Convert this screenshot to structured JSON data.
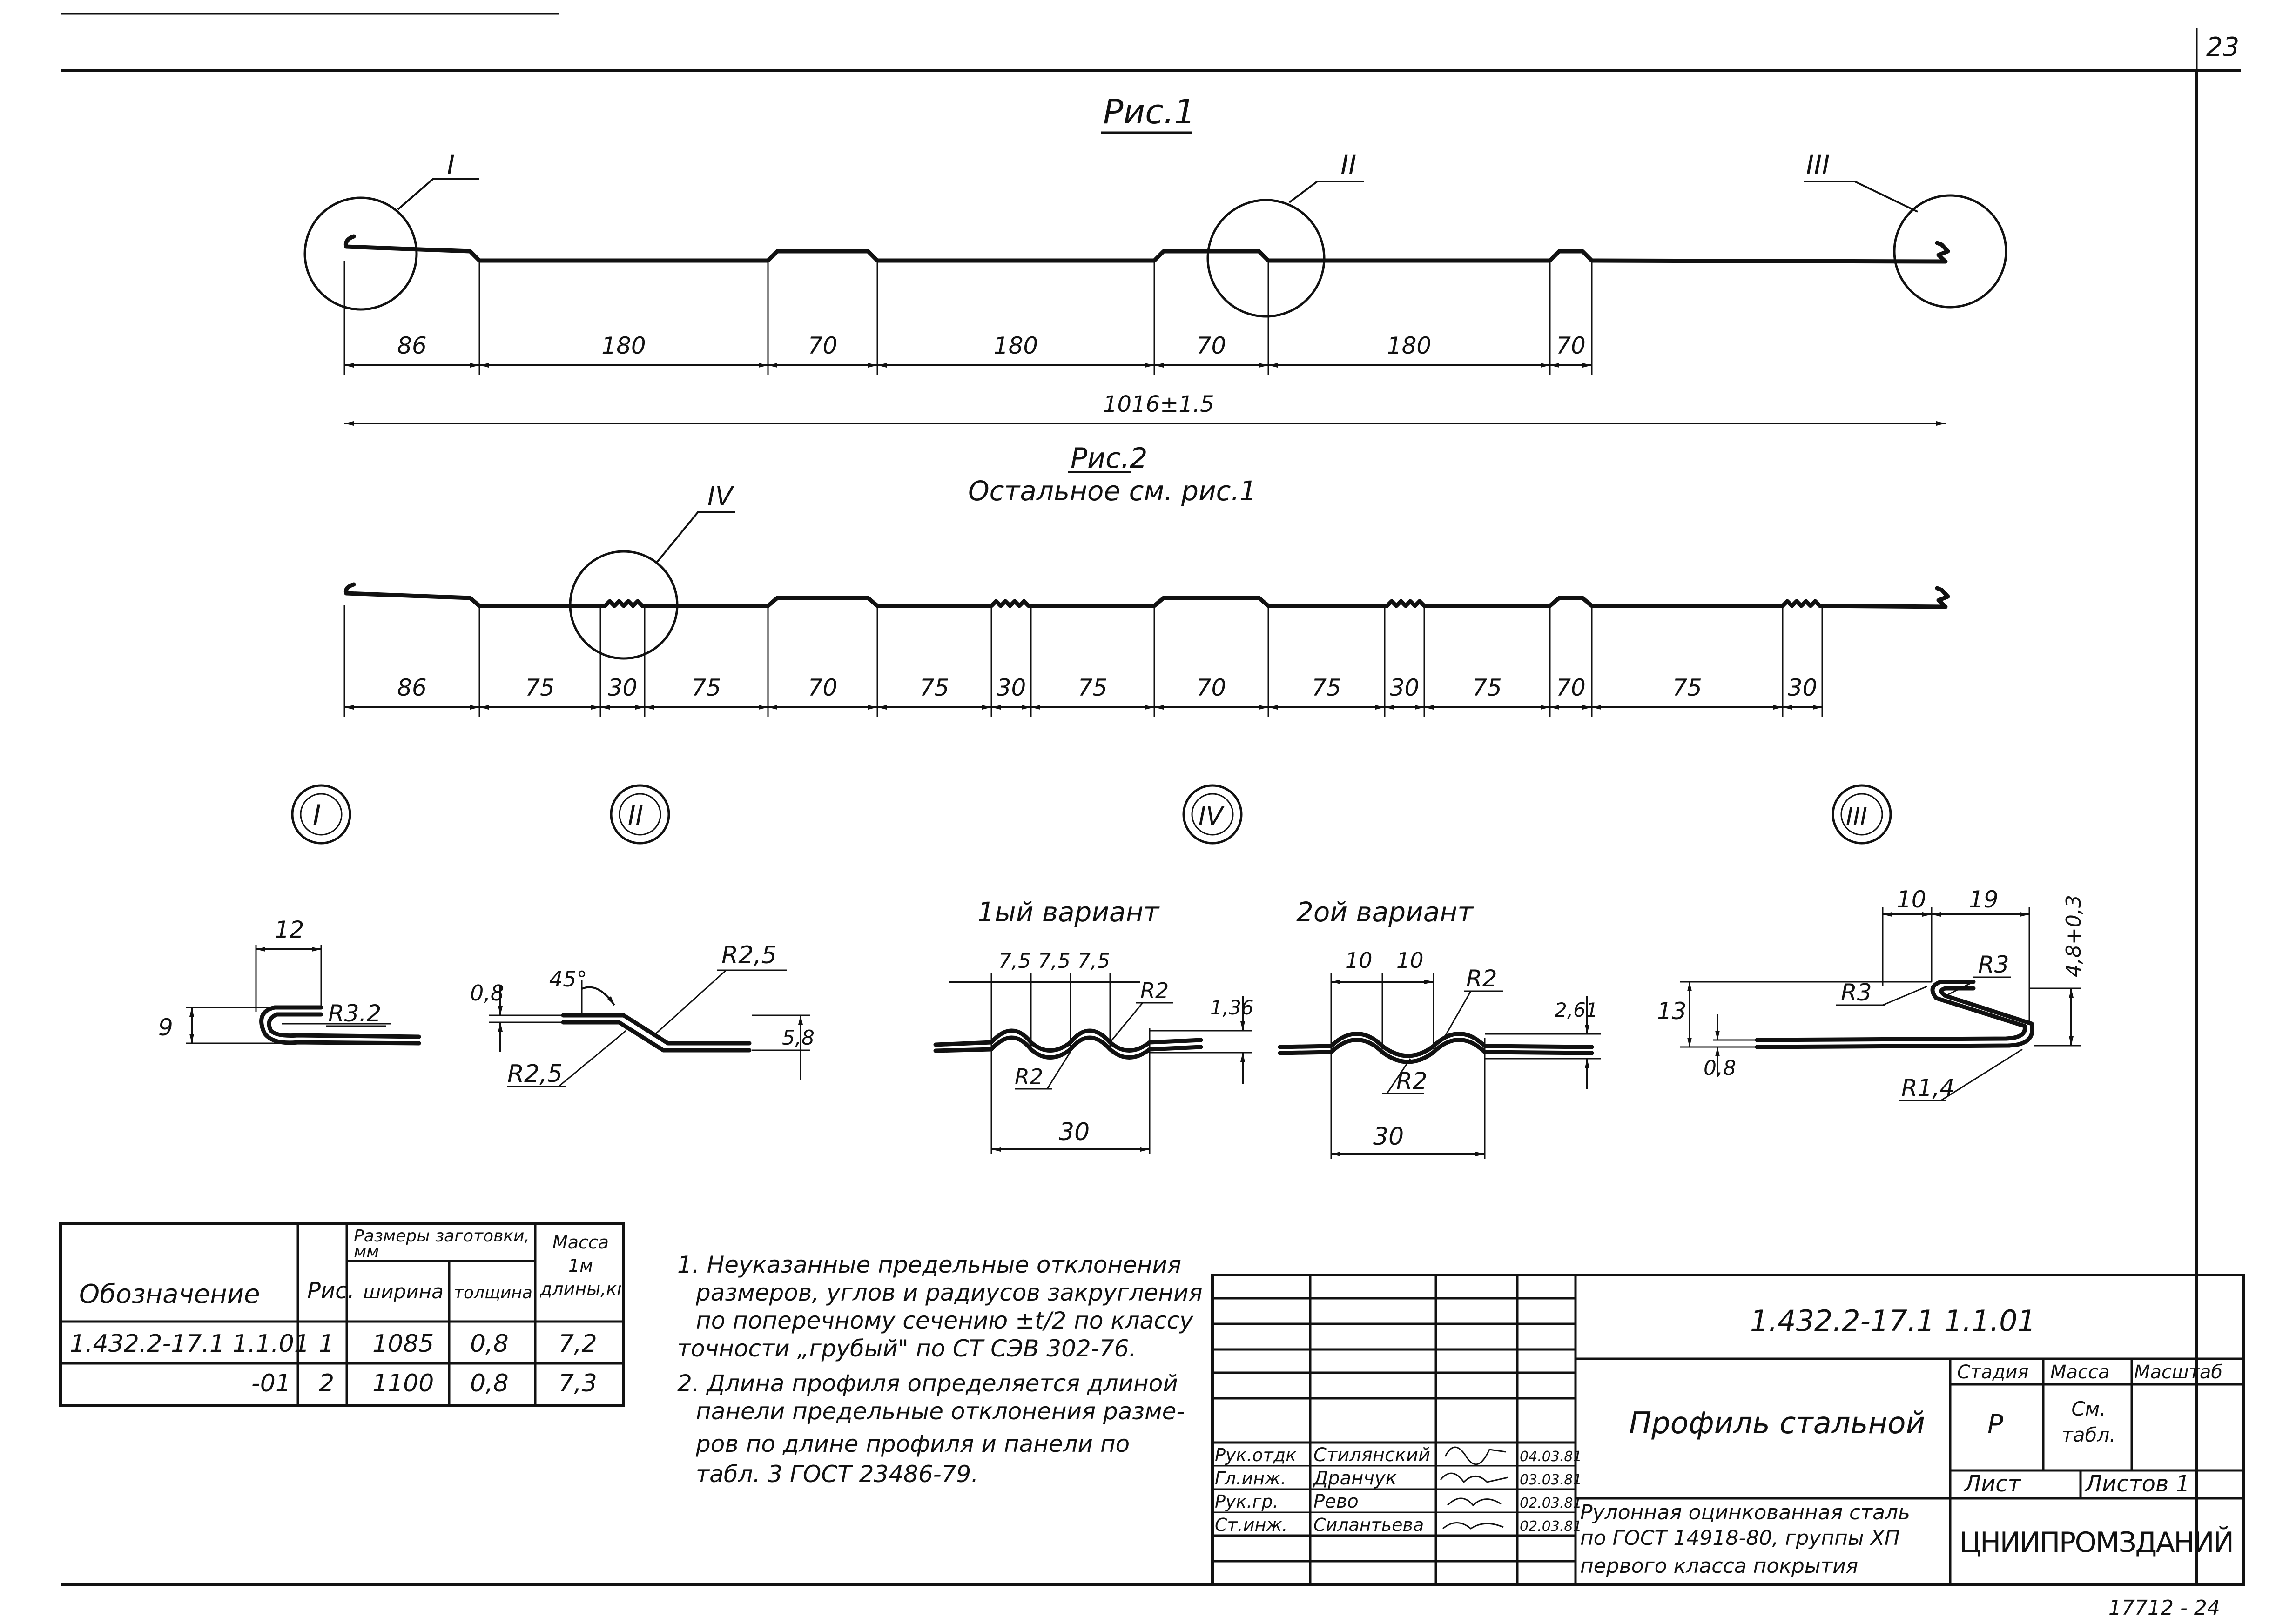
{
  "sheet": {
    "sheet_number": "23",
    "bottom_number": "17712 - 24"
  },
  "fig1": {
    "title": "Рис.1",
    "callouts": [
      "I",
      "II",
      "III"
    ],
    "dims": [
      "86",
      "180",
      "70",
      "180",
      "70",
      "180",
      "70"
    ],
    "overall": "1016±1.5"
  },
  "fig2": {
    "title": "Рис.2",
    "subtitle": "Остальное см. рис.1",
    "callout": "IV",
    "dims": [
      "86",
      "75",
      "30",
      "75",
      "70",
      "75",
      "30",
      "75",
      "70",
      "75",
      "30",
      "75",
      "70",
      "75",
      "30"
    ]
  },
  "details": {
    "I": {
      "label": "I",
      "dims": [
        "12",
        "9",
        "R3.2"
      ]
    },
    "II": {
      "label": "II",
      "dims": [
        "0,8",
        "45°",
        "R2,5",
        "5,8",
        "R2,5"
      ]
    },
    "IV": {
      "label": "IV",
      "var1": {
        "title": "1ый вариант",
        "dims": [
          "7,5",
          "7,5",
          "7,5",
          "R2",
          "1,36",
          "R2",
          "30"
        ]
      },
      "var2": {
        "title": "2ой вариант",
        "dims": [
          "10",
          "10",
          "R2",
          "2,61",
          "R2",
          "30"
        ]
      }
    },
    "III": {
      "label": "III",
      "dims": [
        "10",
        "19",
        "R3",
        "R3",
        "4,8+0,3",
        "13",
        "0,8",
        "R1,4"
      ]
    }
  },
  "table": {
    "headers": {
      "designation": "Обозначение",
      "fig": "Рис.",
      "blank_size": "Размеры заготовки, мм",
      "width": "ширина",
      "thickness": "толщина",
      "mass": "Масса 1м длины,кг"
    },
    "rows": [
      {
        "designation": "1.432.2-17.1 1.1.01",
        "fig": "1",
        "width": "1085",
        "thickness": "0,8",
        "mass": "7,2"
      },
      {
        "designation": "-01",
        "fig": "2",
        "width": "1100",
        "thickness": "0,8",
        "mass": "7,3"
      }
    ]
  },
  "notes": [
    "1. Неуказанные предельные отклонения",
    "размеров, углов и радиусов закругления",
    "по поперечному сечению ±t/2 по классу",
    "точности „грубый\" по СТ СЭВ 302-76.",
    "2. Длина профиля определяется длиной",
    "панели предельные отклонения разме-",
    "ров по длине профиля и панели по",
    "табл. 3 ГОСТ 23486-79."
  ],
  "title_block": {
    "code": "1.432.2-17.1 1.1.01",
    "name": "Профиль стальной",
    "material_lines": [
      "Рулонная оцинкованная сталь",
      "по ГОСТ 14918-80, группы ХП",
      "первого класса покрытия"
    ],
    "stage_label": "Стадия",
    "mass_label": "Масса",
    "scale_label": "Масштаб",
    "stage": "Р",
    "mass": "См. табл.",
    "sheet_label": "Лист",
    "sheets_label": "Листов 1",
    "org": "ЦНИИПРОМЗДАНИЙ",
    "signatures": [
      {
        "role": "Рук.отдк",
        "name": "Стилянский",
        "date": "04.03.81"
      },
      {
        "role": "Гл.инж.",
        "name": "Дранчук",
        "date": "03.03.81"
      },
      {
        "role": "Рук.гр.",
        "name": "Рево",
        "date": "02.03.81"
      },
      {
        "role": "Ст.инж.",
        "name": "Силантьева",
        "date": "02.03.81"
      }
    ]
  }
}
